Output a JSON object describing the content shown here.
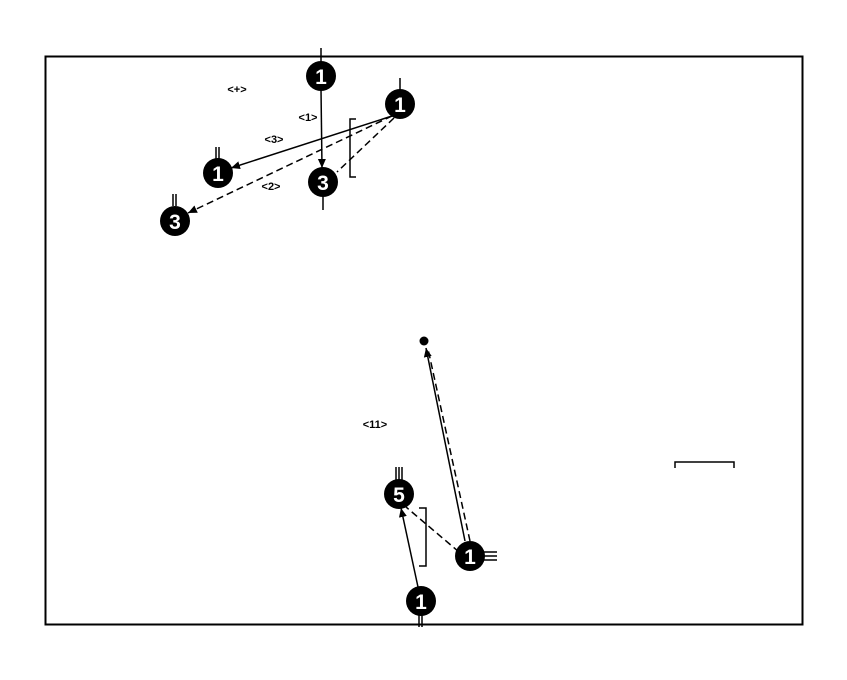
{
  "colors": {
    "ink": "#000000",
    "paper": "#ffffff"
  },
  "annotations": {
    "a1": "<+>",
    "a2": "<1>",
    "a3": "<3>",
    "a4": "<2>",
    "a5": "<11>"
  },
  "stations": {
    "s1": "1",
    "s2": "1",
    "s3": "1",
    "s4": "3",
    "s5": "3",
    "s6": "5",
    "s7": "1",
    "s8": "1"
  }
}
